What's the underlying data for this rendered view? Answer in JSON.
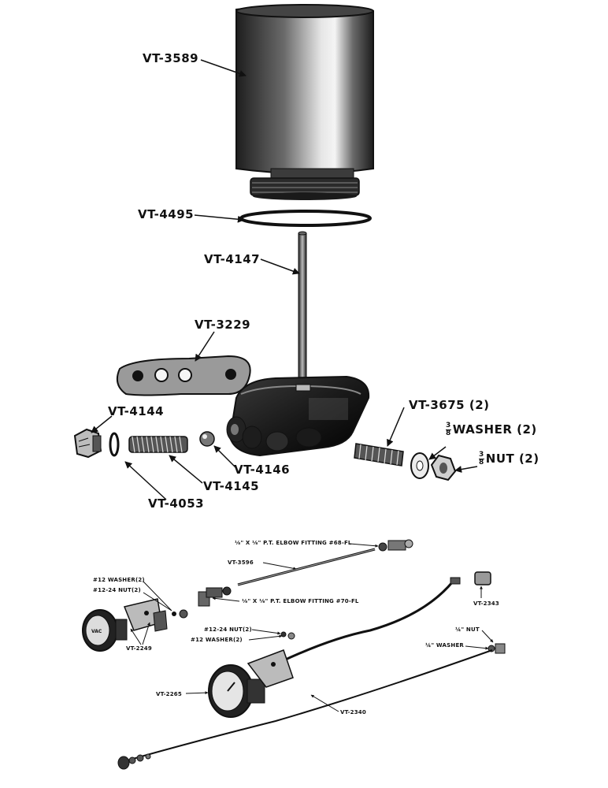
{
  "diagram": {
    "labels": {
      "cylinder": "VT-3589",
      "gasket": "VT-4495",
      "rod": "VT-4147",
      "plate": "VT-3229",
      "plug": "VT-4144",
      "stud": "VT-3675 (2)",
      "washer_text": "WASHER (2)",
      "washer_frac_num": "3",
      "washer_frac_den": "8",
      "nut_text": "NUT (2)",
      "nut_frac_num": "3",
      "nut_frac_den": "8",
      "ball": "VT-4146",
      "spring": "VT-4145",
      "ring": "VT-4053"
    },
    "small_labels": {
      "elbow_top": "⅛\" X ⅛\" P.T. ELBOW FITTING #68-FL",
      "tube": "VT-3596",
      "washer12": "#12 WASHER(2)",
      "nut12": "#12-24 NUT(2)",
      "elbow_mid": "⅛\" X ⅛\" P.T. ELBOW FITTING #70-FL",
      "gauge_bracket": "VT-2249",
      "vt2343": "VT-2343",
      "nut1": "#12-24 NUT(2)",
      "washer1": "#12 WASHER(2)",
      "quarter_nut": "¼\" NUT",
      "quarter_washer": "¼\" WASHER",
      "gauge": "VT-2265",
      "cable": "VT-2340"
    }
  },
  "colors": {
    "ink": "#111111",
    "paper": "#ffffff",
    "metal_dark": "#2a2a2a",
    "metal_mid": "#7a7a7a",
    "metal_light": "#e8e8e8"
  }
}
